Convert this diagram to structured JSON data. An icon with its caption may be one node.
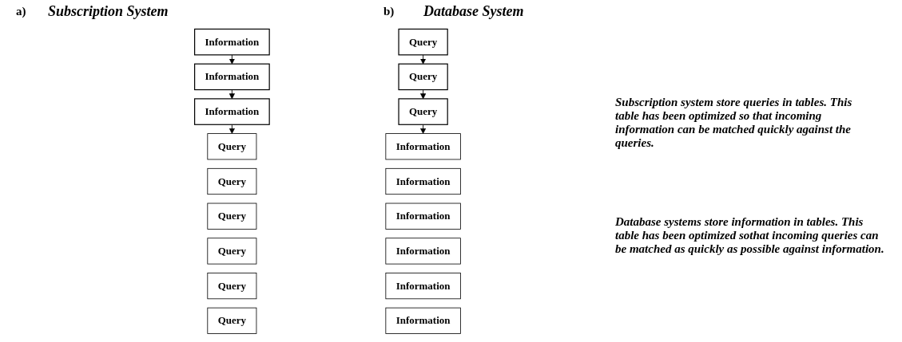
{
  "diagram": {
    "nodes": [
      {
        "text": [
          "Information"
        ]
      },
      {
        "text": [
          "Information"
        ]
      },
      {
        "text": [
          "Information"
        ]
      },
      {
        "text": [
          "Query"
        ]
      },
      {
        "text": [
          "Query"
        ]
      },
      {
        "text": [
          "Query"
        ]
      },
      {
        "text": [
          "Query"
        ]
      },
      {
        "text": [
          "Query"
        ]
      },
      {
        "text": [
          "Query"
        ]
      },
      {
        "text": [
          "Query"
        ]
      },
      {
        "text": [
          "Query"
        ]
      },
      {
        "text": [
          "Query"
        ]
      },
      {
        "text": [
          "Information"
        ]
      },
      {
        "text": [
          "Information"
        ]
      },
      {
        "text": [
          "Information"
        ]
      },
      {
        "text": [
          "Information"
        ]
      },
      {
        "text": [
          "Information"
        ]
      },
      {
        "text": [
          "Information"
        ]
      }
    ],
    "edges": [
      {
        "from": 0,
        "to": 1,
        "arrow": "to"
      },
      {
        "from": 1,
        "to": 2,
        "arrow": "to"
      },
      {
        "from": 2,
        "to": 3,
        "arrow": "to"
      },
      {
        "from": 9,
        "to": 10,
        "arrow": "to"
      },
      {
        "from": 10,
        "to": 11,
        "arrow": "to"
      },
      {
        "from": 11,
        "to": 12,
        "arrow": "to"
      }
    ],
    "labels": [
      "a)",
      "Subscription System",
      "Subscription system store queries in tables. This table has been optimized so that incoming information can be matched quickly against the queries.",
      "b)",
      "Database System",
      "Database systems store information in tables. This table has been optimized sothat incoming queries can be matched as quickly as possible against information."
    ]
  }
}
